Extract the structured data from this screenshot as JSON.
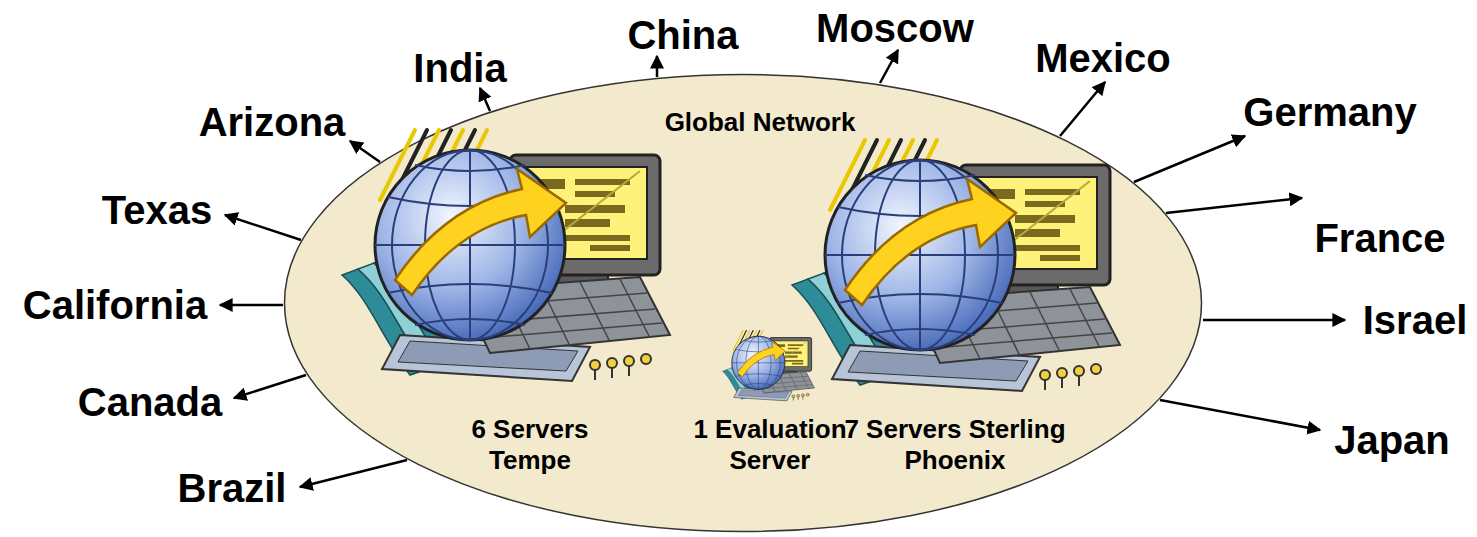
{
  "diagram": {
    "nodes": [
      {
        "text": [
          "Global Network"
        ]
      }
    ],
    "labels": [
      "China",
      "Moscow",
      "India",
      "Mexico",
      "Arizona",
      "Germany",
      "Texas",
      "France",
      "California",
      "Israel",
      "Canada",
      "Japan",
      "Brazil",
      "6 Servers Tempe",
      "1 Evaluation Server",
      "7 Servers Sterling Phoenix"
    ]
  }
}
